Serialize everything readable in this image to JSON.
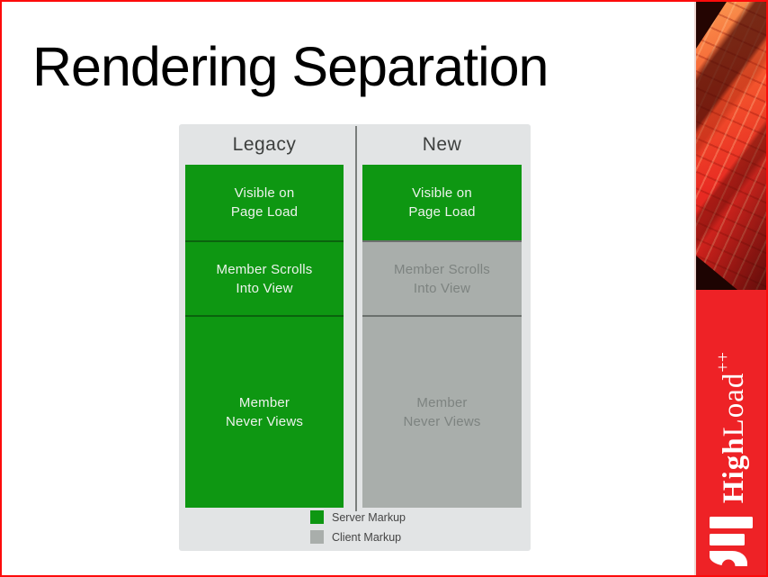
{
  "slide": {
    "title": "Rendering Separation"
  },
  "diagram": {
    "columns": [
      {
        "header": "Legacy",
        "rows": [
          {
            "text": "Visible on\nPage Load",
            "type": "server"
          },
          {
            "text": "Member Scrolls\nInto View",
            "type": "server"
          },
          {
            "text": "Member\nNever Views",
            "type": "server"
          }
        ]
      },
      {
        "header": "New",
        "rows": [
          {
            "text": "Visible on\nPage Load",
            "type": "server"
          },
          {
            "text": "Member Scrolls\nInto View",
            "type": "client"
          },
          {
            "text": "Member\nNever Views",
            "type": "client"
          }
        ]
      }
    ],
    "legend": {
      "items": [
        {
          "label": "Server Markup",
          "color": "#0e9712"
        },
        {
          "label": "Client Markup",
          "color": "#a9aeab"
        }
      ]
    }
  },
  "brand": {
    "name_bold": "High",
    "name_light": "Load",
    "superscript": "++",
    "logo_icon": "highload-logo"
  },
  "colors": {
    "server_green": "#0e9712",
    "client_gray": "#a9aeab",
    "brand_red": "#ee2226",
    "slide_border_red": "#fd0b0b",
    "panel_bg": "#e2e4e5"
  }
}
